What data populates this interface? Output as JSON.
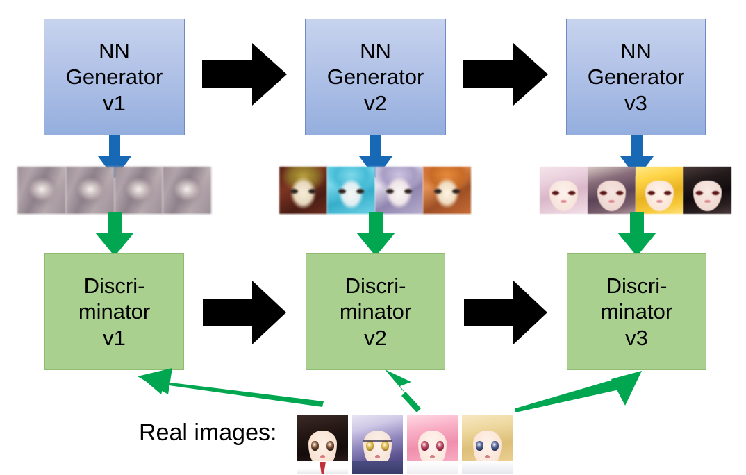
{
  "diagram": {
    "title": "GAN iterative training diagram",
    "colors": {
      "generator_fill": "#b4c4e8",
      "generator_border": "#6f8ac4",
      "discriminator_fill": "#a9d08e",
      "discriminator_border": "#8fbc72",
      "black_arrow": "#000000",
      "blue_arrow": "#1769b5",
      "green_arrow": "#00a650",
      "background": "#ffffff",
      "text": "#000000"
    },
    "generators": [
      {
        "id": "gen-v1",
        "line1": "NN",
        "line2": "Generator",
        "line3": "v1"
      },
      {
        "id": "gen-v2",
        "line1": "NN",
        "line2": "Generator",
        "line3": "v2"
      },
      {
        "id": "gen-v3",
        "line1": "NN",
        "line2": "Generator",
        "line3": "v3"
      }
    ],
    "discriminators": [
      {
        "id": "disc-v1",
        "line1": "Discri-",
        "line2": "minator",
        "line3": "v1"
      },
      {
        "id": "disc-v2",
        "line1": "Discri-",
        "line2": "minator",
        "line3": "v2"
      },
      {
        "id": "disc-v3",
        "line1": "Discri-",
        "line2": "minator",
        "line3": "v3"
      }
    ],
    "generated_samples": [
      {
        "id": "samples-v1",
        "count": 4,
        "description": "blurry noisy grey-purple blobs"
      },
      {
        "id": "samples-v2",
        "count": 4,
        "description": "coarse colored face shapes"
      },
      {
        "id": "samples-v3",
        "count": 4,
        "description": "recognizable anime faces"
      }
    ],
    "real_images": {
      "label": "Real images:",
      "count": 4,
      "description": "four anime character portraits"
    },
    "arrows": {
      "generator_progress": "black-right-arrow",
      "discriminator_progress": "black-right-arrow",
      "generator_to_samples": "blue-down-arrow",
      "samples_to_discriminator": "green-down-arrow",
      "real_to_discriminator": "green-arrow"
    }
  }
}
